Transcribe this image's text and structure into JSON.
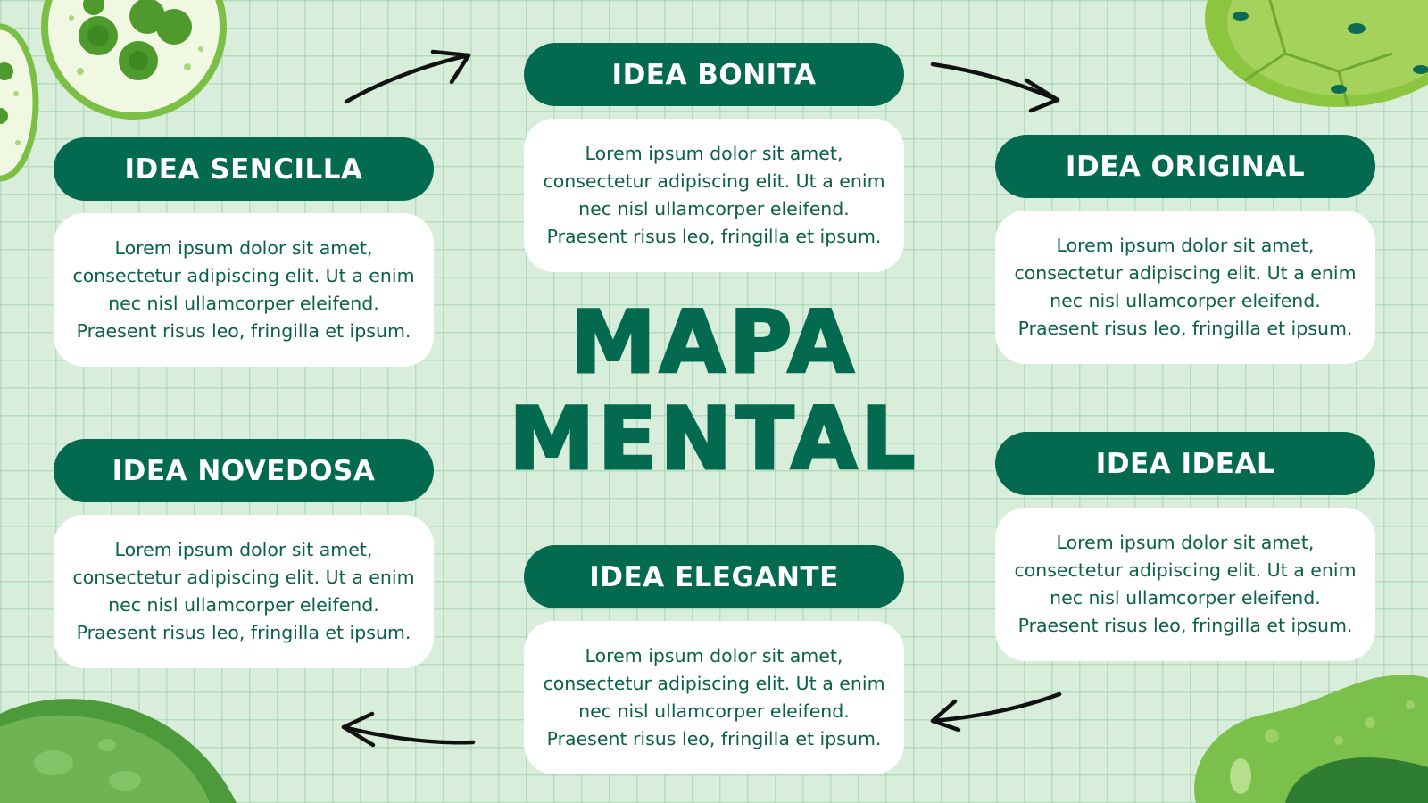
{
  "title": {
    "line1": "MAPA",
    "line2": "MENTAL"
  },
  "nodes": [
    {
      "heading": "IDEA BONITA",
      "body": "Lorem ipsum dolor sit amet, consectetur adipiscing elit. Ut a enim nec nisl ullamcorper eleifend. Praesent risus leo, fringilla et ipsum."
    },
    {
      "heading": "IDEA SENCILLA",
      "body": "Lorem ipsum dolor sit amet, consectetur adipiscing elit. Ut a enim nec nisl ullamcorper eleifend. Praesent risus leo, fringilla et ipsum."
    },
    {
      "heading": "IDEA ORIGINAL",
      "body": "Lorem ipsum dolor sit amet, consectetur adipiscing elit. Ut a enim nec nisl ullamcorper eleifend. Praesent risus leo, fringilla et ipsum."
    },
    {
      "heading": "IDEA NOVEDOSA",
      "body": "Lorem ipsum dolor sit amet, consectetur adipiscing elit. Ut a enim nec nisl ullamcorper eleifend. Praesent risus leo, fringilla et ipsum."
    },
    {
      "heading": "IDEA IDEAL",
      "body": "Lorem ipsum dolor sit amet, consectetur adipiscing elit. Ut a enim nec nisl ullamcorper eleifend. Praesent risus leo, fringilla et ipsum."
    },
    {
      "heading": "IDEA ELEGANTE",
      "body": "Lorem ipsum dolor sit amet, consectetur adipiscing elit. Ut a enim nec nisl ullamcorper eleifend. Praesent risus leo, fringilla et ipsum."
    }
  ],
  "colors": {
    "background": "#d8eedb",
    "grid": "#96cdaa",
    "accent": "#046a4f",
    "card": "#ffffff",
    "arrow": "#111111"
  },
  "icons": [
    "arrow-icon",
    "cell-decoration",
    "leaf-blob-decoration"
  ]
}
